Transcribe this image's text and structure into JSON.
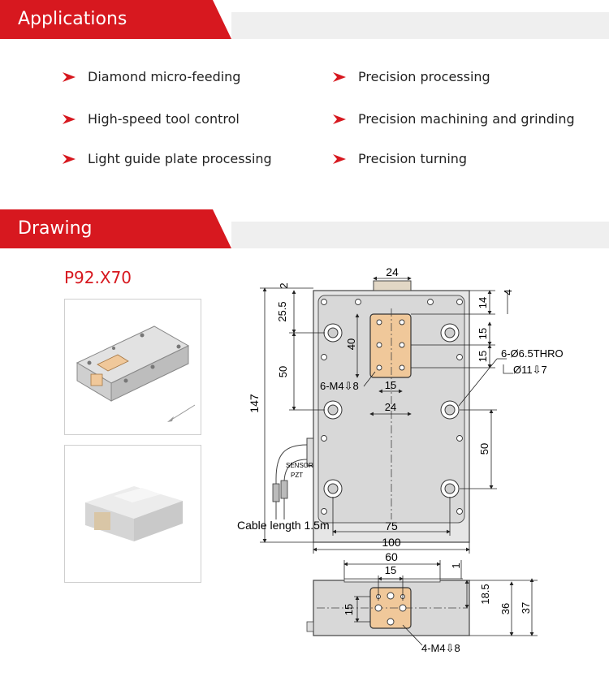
{
  "sections": {
    "applications": "Applications",
    "drawing": "Drawing"
  },
  "applications": {
    "left": [
      "Diamond micro-feeding",
      "High-speed tool control",
      "Light guide plate processing"
    ],
    "right": [
      "Precision processing",
      "Precision machining and grinding",
      "Precision turning"
    ]
  },
  "model": "P92.X70",
  "top_view": {
    "dim_top_block": "24",
    "dim_top_gap": "2",
    "dim_4": "4",
    "dim_14": "14",
    "dim_25_5": "25.5",
    "dim_40": "40",
    "dim_15a": "15",
    "dim_15b": "15",
    "dim_50_left": "50",
    "dim_147": "147",
    "dim_15_inner": "15",
    "dim_24_inner": "24",
    "dim_50_right": "50",
    "dim_75": "75",
    "dim_100": "100",
    "thread_note": "6-M4⇩8",
    "hole_note_1": "6-Ø6.5THRO",
    "hole_note_2": "Ø11⇩7",
    "sensor_label": "SENSOR",
    "pzt_label": "PZT",
    "cable_note": "Cable length 1.5m"
  },
  "side_view": {
    "dim_60": "60",
    "dim_1": "1",
    "dim_15_top": "15",
    "dim_15_left": "15",
    "dim_18_5": "18.5",
    "dim_36": "36",
    "dim_37": "37",
    "thread_note": "4-M4⇩8"
  },
  "colors": {
    "brand_red": "#d7181f",
    "bar_grey": "#efefef",
    "plate": "#d8d8d8",
    "copper": "#f0c89a"
  }
}
